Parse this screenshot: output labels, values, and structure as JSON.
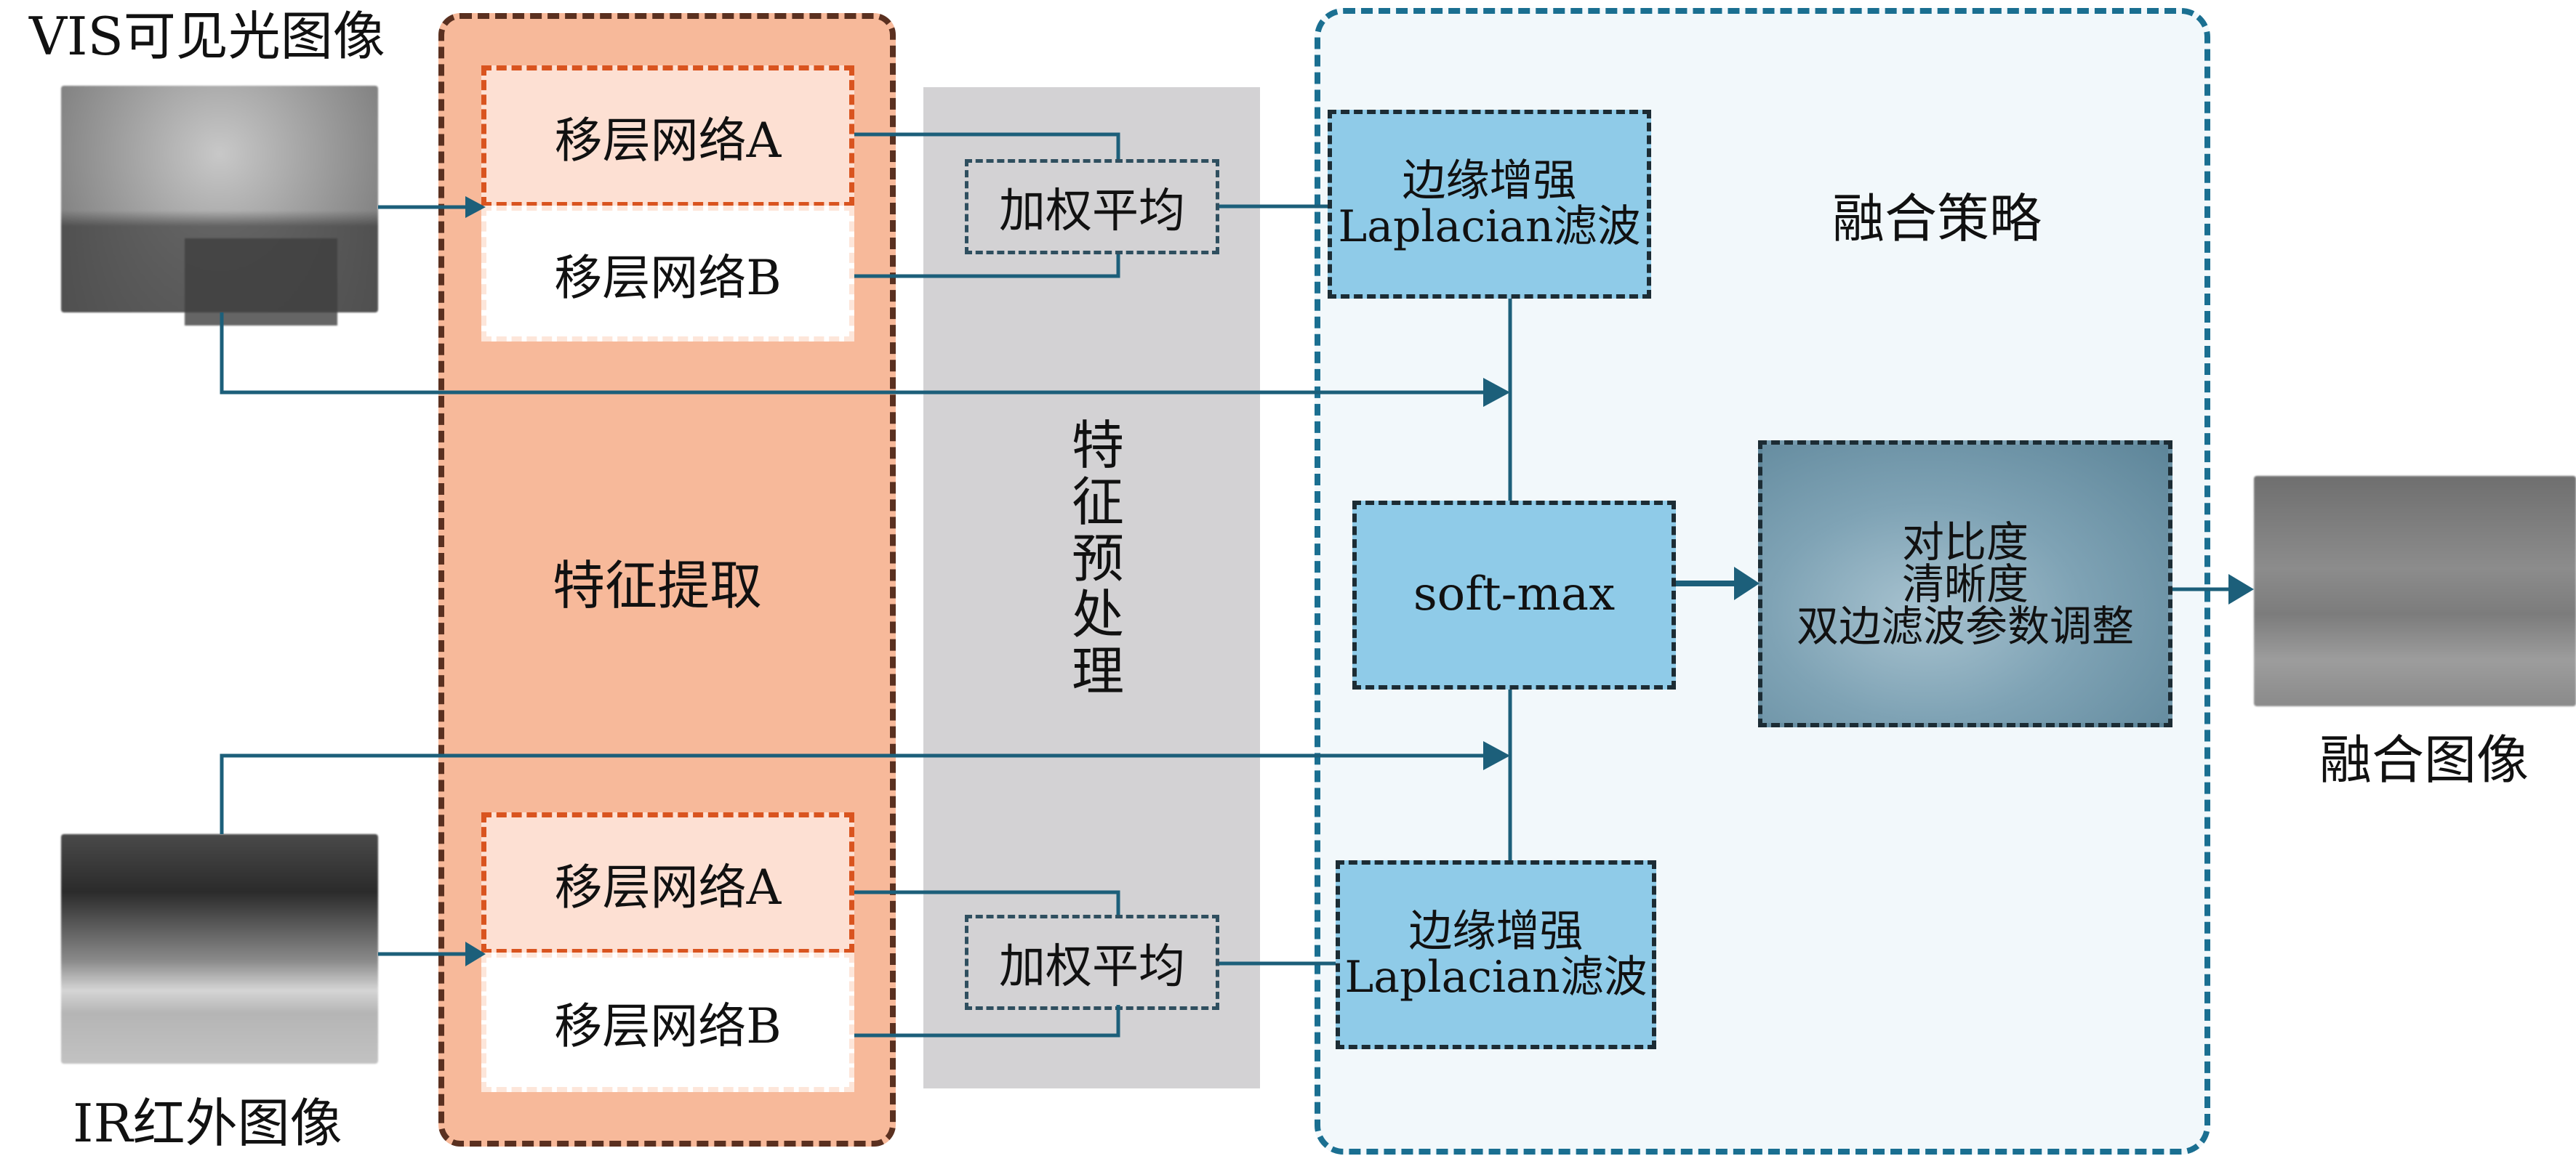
{
  "inputs": {
    "visible": {
      "label": "VIS可见光图像",
      "icon": "visible-light-photo"
    },
    "infrared": {
      "label": "IR红外图像",
      "icon": "infrared-photo"
    }
  },
  "feature_extraction": {
    "title": "特征提取",
    "top_branch": {
      "net_a": "移层网络A",
      "net_b": "移层网络B"
    },
    "bottom_branch": {
      "net_a": "移层网络A",
      "net_b": "移层网络B"
    }
  },
  "feature_preprocessing": {
    "title": "特\n征\n预\n处\n理",
    "top_average": "加权平均",
    "bottom_average": "加权平均"
  },
  "fusion_strategy": {
    "title": "融合策略",
    "edge_top": {
      "line1": "边缘增强",
      "line2": "Laplacian滤波"
    },
    "edge_bottom": {
      "line1": "边缘增强",
      "line2": "Laplacian滤波"
    },
    "softmax": "soft-max",
    "params": {
      "line1": "对比度",
      "line2": "清晰度",
      "line3": "双边滤波参数调整"
    }
  },
  "output": {
    "label": "融合图像",
    "icon": "fused-photo"
  },
  "colors": {
    "wire": "#1c5f7a",
    "orange_fill": "#f7b99a",
    "blue_box": "#8fcbe8",
    "gray_band": "#d3d2d4",
    "blue_border": "#1a6f91"
  }
}
